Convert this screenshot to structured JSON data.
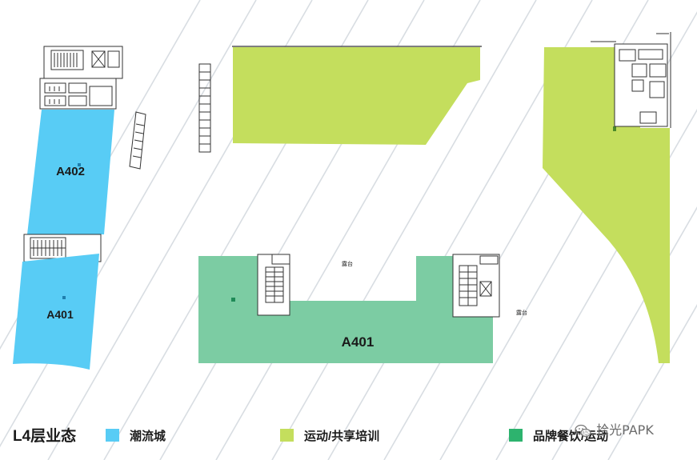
{
  "colors": {
    "trend_city": "#58ccf5",
    "sports_sharing": "#c4de5d",
    "brand_dining": "#7ccca3",
    "legend_green": "#2db36e",
    "stripe": "#d8dde2",
    "line": "#333333"
  },
  "units": {
    "a402_left": "A402",
    "a401_left": "A401",
    "a401_center": "A401"
  },
  "small_labels": {
    "terrace_1": "露台",
    "terrace_2": "露台"
  },
  "legend": {
    "title": "L4层业态",
    "items": [
      {
        "label": "潮流城",
        "color": "#58ccf5"
      },
      {
        "label": "运动/共享培训",
        "color": "#c4de5d"
      },
      {
        "label": "品牌餐饮/运动",
        "color": "#2db36e"
      }
    ]
  },
  "watermark": {
    "icon": "wechat-icon",
    "text": "拾光PAPK"
  }
}
